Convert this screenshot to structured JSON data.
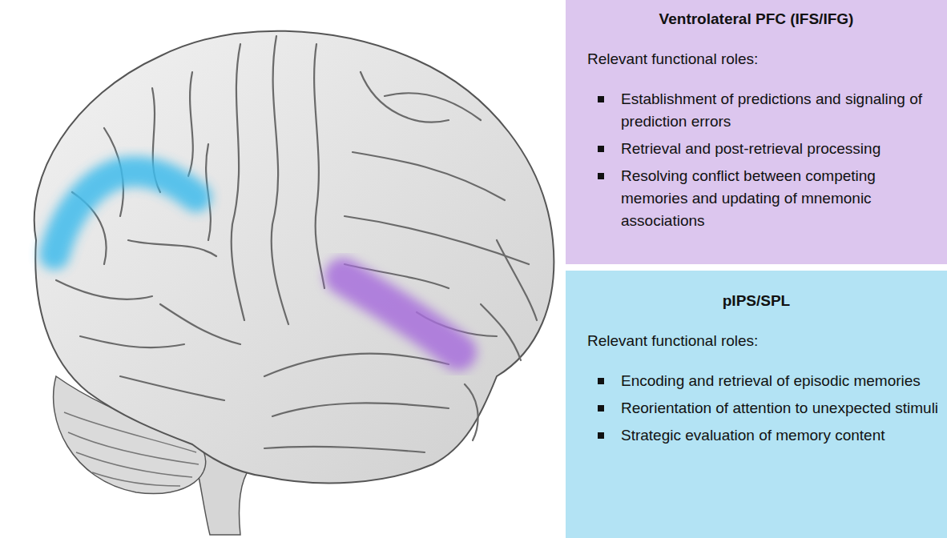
{
  "diagram": {
    "nodes": [
      {
        "text": [
          "Ventrolateral PFC (IFS/IFG)",
          "Relevant functional roles:",
          "Establishment of predictions and signaling of prediction errors",
          "Retrieval and post-retrieval processing",
          "Resolving conflict between competing memories and updating of mnemonic associations"
        ]
      },
      {
        "text": [
          "pIPS/SPL",
          "Relevant functional roles:",
          "Encoding and retrieval of episodic memories",
          "Reorientation of attention to unexpected stimuli",
          "Strategic evaluation of memory content"
        ]
      }
    ]
  }
}
